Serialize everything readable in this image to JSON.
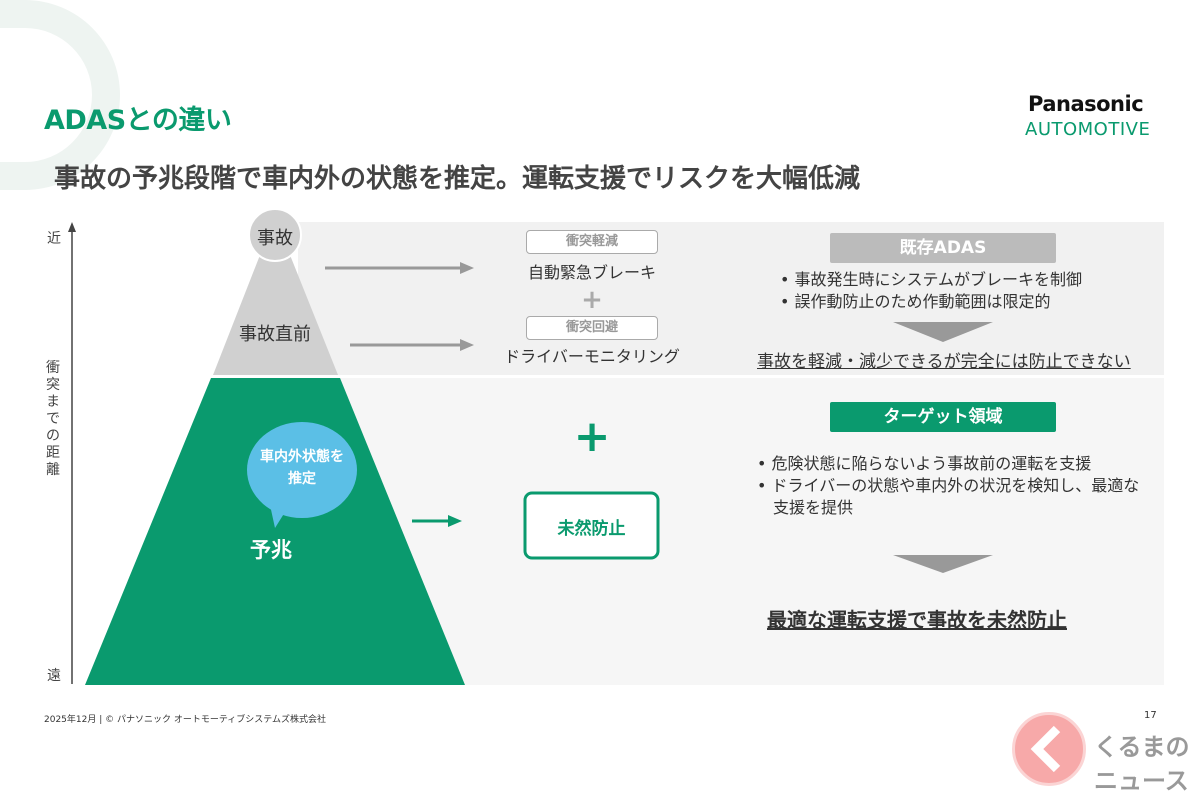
{
  "header": {
    "title": "ADASとの違い",
    "subtitle": "事故の予兆段階で車内外の状態を推定。運転支援でリスクを大幅低減"
  },
  "logo": {
    "brand": "Panasonic",
    "division": "AUTOMOTIVE"
  },
  "axis": {
    "top": "近",
    "bottom": "遠",
    "label": "衝突までの距離"
  },
  "pyramid": {
    "accident": "事故",
    "just_before": "事故直前",
    "sign": "予兆",
    "bubble": "車内外状態を推定"
  },
  "existing": {
    "tag1": "衝突軽減",
    "item1": "自動緊急ブレーキ",
    "plus": "+",
    "tag2": "衝突回避",
    "item2": "ドライバーモニタリング",
    "header": "既存ADAS",
    "bullets": [
      "事故発生時にシステムがブレーキを制御",
      "誤作動防止のため作動範囲は限定的"
    ],
    "conclusion": "事故を軽減・減少できるが完全には防止できない"
  },
  "target": {
    "plus": "+",
    "box": "未然防止",
    "header": "ターゲット領域",
    "bullets": [
      "危険状態に陥らないよう事故前の運転を支援",
      "ドライバーの状態や車内外の状況を検知し、最適な支援を提供"
    ],
    "conclusion": "最適な運転支援で事故を未然防止"
  },
  "footer": {
    "text": "2025年12月 | © パナソニック オートモーティブシステムズ株式会社",
    "page": "17"
  },
  "watermark": {
    "text": "くるまのニュース"
  },
  "colors": {
    "green": "#0a9a6e",
    "gray": "#d0d0d0",
    "bubble": "#5bbfe6"
  }
}
